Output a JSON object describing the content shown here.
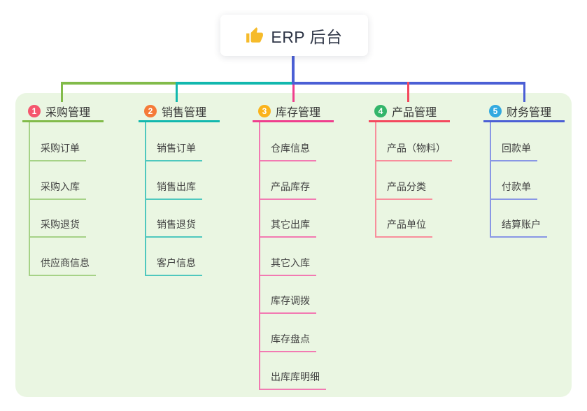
{
  "root": {
    "label": "ERP 后台",
    "icon": "thumbs-up"
  },
  "connector_color": "#4b5fd5",
  "branches": [
    {
      "num": "1",
      "label": "采购管理",
      "colors": {
        "badge": "#f5566d",
        "main": "#82bb4a",
        "light": "#a6d287"
      },
      "children": [
        "采购订单",
        "采购入库",
        "采购退货",
        "供应商信息"
      ]
    },
    {
      "num": "2",
      "label": "销售管理",
      "colors": {
        "badge": "#f57a38",
        "main": "#12b8ae",
        "light": "#4fc8be"
      },
      "children": [
        "销售订单",
        "销售出库",
        "销售退货",
        "客户信息"
      ]
    },
    {
      "num": "3",
      "label": "库存管理",
      "colors": {
        "badge": "#fbb31b",
        "main": "#ef3e8d",
        "light": "#f27ab2"
      },
      "children": [
        "仓库信息",
        "产品库存",
        "其它出库",
        "其它入库",
        "库存调拨",
        "库存盘点",
        "出库库明细"
      ]
    },
    {
      "num": "4",
      "label": "产品管理",
      "colors": {
        "badge": "#33b56a",
        "main": "#f4495e",
        "light": "#f88e9c"
      },
      "children": [
        "产品（物料）",
        "产品分类",
        "产品单位"
      ]
    },
    {
      "num": "5",
      "label": "财务管理",
      "colors": {
        "badge": "#32a9e0",
        "main": "#4b5fd5",
        "light": "#8997e5"
      },
      "children": [
        "回款单",
        "付款单",
        "结算账户"
      ]
    }
  ]
}
